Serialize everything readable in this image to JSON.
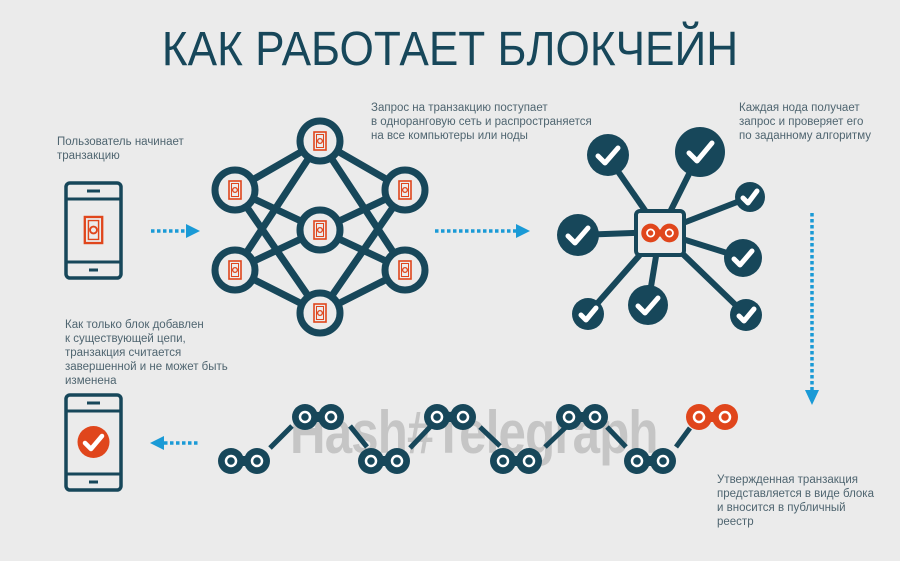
{
  "title": "КАК РАБОТАЕТ БЛОКЧЕЙН",
  "colors": {
    "background": "#ebebeb",
    "dark_teal": "#17475a",
    "orange": "#e0461c",
    "arrow_blue": "#1a9ad6",
    "caption_text": "#4f6570"
  },
  "steps": [
    {
      "id": 1,
      "caption_lines": [
        "Пользователь начинает",
        "транзакцию"
      ],
      "icon": "phone-with-banknote-icon"
    },
    {
      "id": 2,
      "caption_lines": [
        "Запрос на транзакцию поступает",
        "в одноранговую сеть и распространяется",
        "на все компьютеры или ноды"
      ],
      "icon": "peer-network-icon"
    },
    {
      "id": 3,
      "caption_lines": [
        "Каждая нода получает",
        "запрос и проверяет его",
        "по заданному алгоритму"
      ],
      "icon": "validation-hub-icon"
    },
    {
      "id": 4,
      "caption_lines": [
        "Утвержденная транзакция",
        "представляется в виде блока",
        "и вносится в публичный",
        "реестр"
      ],
      "icon": "block-chain-icon"
    },
    {
      "id": 5,
      "caption_lines": [
        "Как только блок добавлен",
        "к существующей цепи,",
        "транзакция считается",
        "завершенной и не может быть",
        "изменена"
      ],
      "icon": "phone-with-checkmark-icon"
    }
  ],
  "arrows": [
    {
      "from": 1,
      "to": 2,
      "direction": "right"
    },
    {
      "from": 2,
      "to": 3,
      "direction": "right"
    },
    {
      "from": 3,
      "to": 4,
      "direction": "down"
    },
    {
      "from": 4,
      "to": 5,
      "direction": "left"
    }
  ],
  "watermark": "Hash#Telegraph"
}
